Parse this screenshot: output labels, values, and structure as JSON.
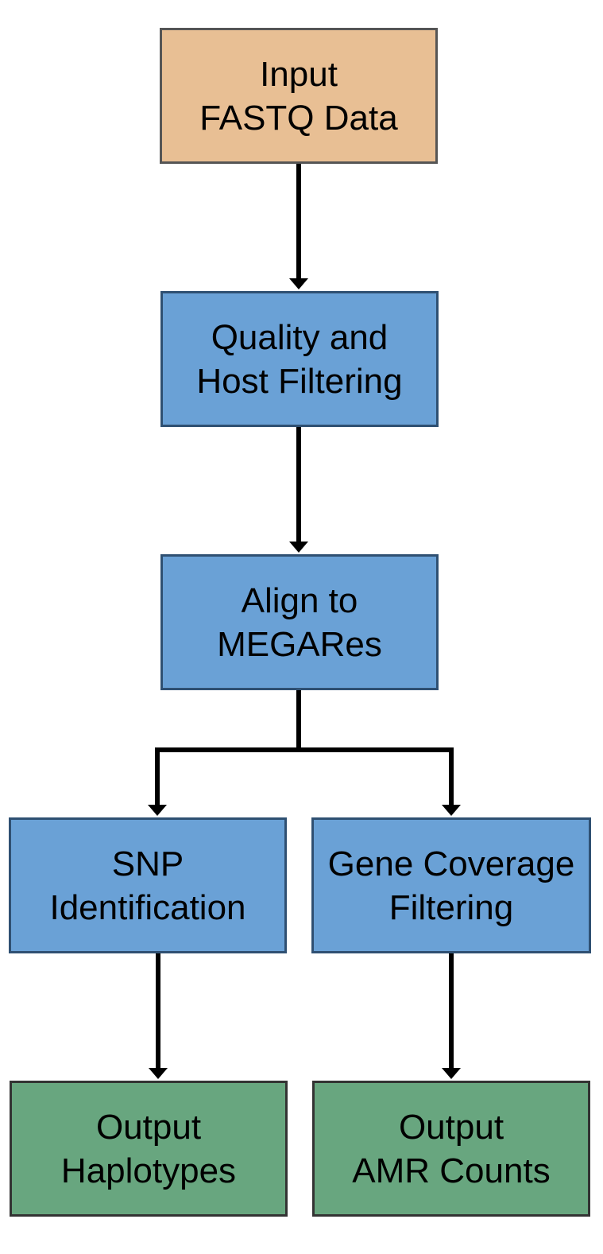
{
  "nodes": {
    "input": {
      "line1": "Input",
      "line2": "FASTQ Data"
    },
    "quality": {
      "line1": "Quality and",
      "line2": "Host Filtering"
    },
    "align": {
      "line1": "Align to",
      "line2": "MEGARes"
    },
    "snp": {
      "line1": "SNP",
      "line2": "Identification"
    },
    "gene": {
      "line1": "Gene Coverage",
      "line2": "Filtering"
    },
    "haplo": {
      "line1": "Output",
      "line2": "Haplotypes"
    },
    "amr": {
      "line1": "Output",
      "line2": "AMR Counts"
    }
  },
  "colors": {
    "input": "#e8bf94",
    "process": "#6aa1d6",
    "output": "#68a67f",
    "arrow": "#000000"
  }
}
